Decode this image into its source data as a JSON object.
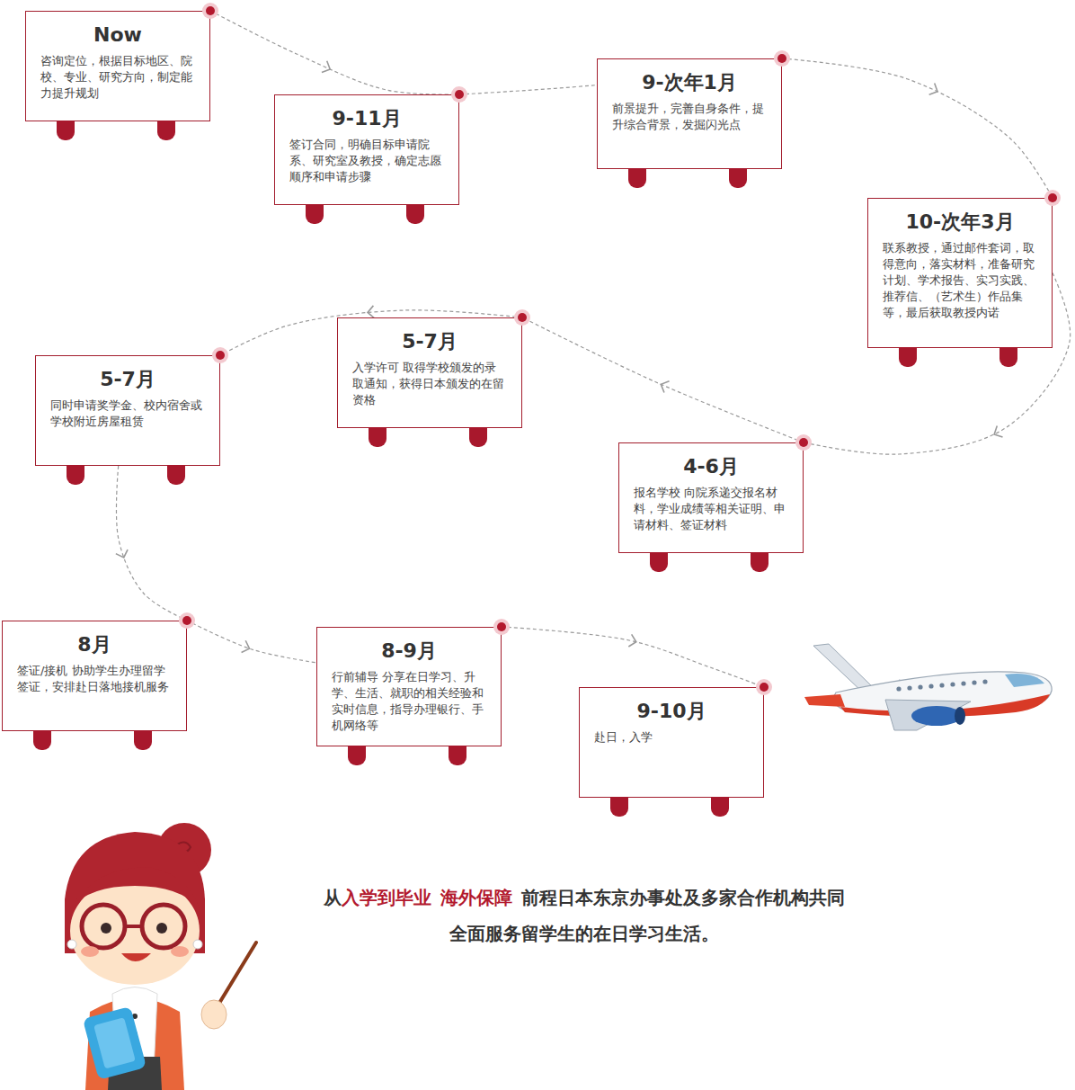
{
  "diagram": {
    "nodes": [
      {
        "text": [
          "Now",
          "咨询定位，根据目标地区、院校、专业、研究方向，制定能力提升规划"
        ]
      },
      {
        "text": [
          "9-11月",
          "签订合同，明确目标申请院系、研究室及教授，确定志愿顺序和申请步骤"
        ]
      },
      {
        "text": [
          "9-次年1月",
          "前景提升，完善自身条件，提升综合背景，发掘闪光点"
        ]
      },
      {
        "text": [
          "10-次年3月",
          "联系教授，通过邮件套词，取得意向，落实材料，准备研究计划、学术报告、实习实践、推荐信、（艺术生）作品集等，最后获取教授内诺"
        ]
      },
      {
        "text": [
          "4-6月",
          "报名学校 向院系递交报名材料，学业成绩等相关证明、申请材料、签证材料"
        ]
      },
      {
        "text": [
          "5-7月",
          "入学许可 取得学校颁发的录取通知，获得日本颁发的在留资格"
        ]
      },
      {
        "text": [
          "5-7月",
          "同时申请奖学金、校内宿舍或学校附近房屋租赁"
        ]
      },
      {
        "text": [
          "8月",
          "签证/接机 协助学生办理留学签证，安排赴日落地接机服务"
        ]
      },
      {
        "text": [
          "8-9月",
          "行前辅导 分享在日学习、升学、生活、就职的相关经验和实时信息，指导办理银行、手机网络等"
        ]
      },
      {
        "text": [
          "9-10月",
          "赴日，入学"
        ]
      }
    ],
    "edges": [
      {
        "from": 0,
        "to": 1,
        "arrow": "to"
      },
      {
        "from": 1,
        "to": 2,
        "arrow": "to"
      },
      {
        "from": 2,
        "to": 3,
        "arrow": "to"
      },
      {
        "from": 3,
        "to": 4,
        "arrow": "to"
      },
      {
        "from": 4,
        "to": 5,
        "arrow": "to"
      },
      {
        "from": 5,
        "to": 6,
        "arrow": "to"
      },
      {
        "from": 6,
        "to": 7,
        "arrow": "to"
      },
      {
        "from": 7,
        "to": 8,
        "arrow": "to"
      },
      {
        "from": 8,
        "to": 9,
        "arrow": "to"
      }
    ],
    "labels": [
      "从",
      "入学到毕业",
      "海外保障",
      "前程日本东京办事处及多家合作机构共同",
      "全面服务留学生的在日学习生活。"
    ]
  }
}
